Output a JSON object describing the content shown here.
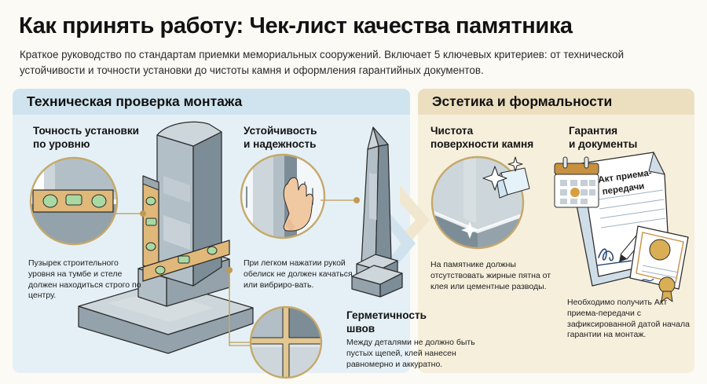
{
  "page": {
    "title": "Как принять работу: Чек-лист качества памятника",
    "subtitle": "Краткое руководство по стандартам приемки мемориальных сооружений. Включает 5 ключевых критериев: от технической устойчивости и точности установки до чистоты камня и оформления гарантийных документов.",
    "background_color": "#fbfaf5"
  },
  "panels": {
    "left": {
      "header": "Техническая проверка монтажа",
      "header_color": "#cfe4ef",
      "body_color": "#e5f0f6",
      "items": [
        {
          "heading": "Точность установки\nпо уровню",
          "heading_line1": "Точность установки",
          "heading_line2": "по уровню",
          "caption": "Пузырек строительного уровня на тумбе и стеле должен находиться строго по центру.",
          "icon": "spirit-level-magnifier"
        },
        {
          "heading_line1": "Устойчивость",
          "heading_line2": "и надежность",
          "caption": "При легком нажатии рукой обелиск не должен качаться или вибриро-вать.",
          "icon": "hand-push-magnifier"
        },
        {
          "heading_line1": "Герметичность",
          "heading_line2": "швов",
          "caption": "Между деталями не должно быть пустых щепей, клей нанесен равномерно и аккуратно.",
          "icon": "joint-seam-magnifier"
        }
      ]
    },
    "right": {
      "header": "Эстетика и формальности",
      "header_color": "#ecdfc0",
      "body_color": "#f6efdc",
      "items": [
        {
          "heading_line1": "Чистота",
          "heading_line2": "поверхности камня",
          "caption": "На памятнике должны отсутствовать жирные пятна от клея или цементные разводы.",
          "icon": "polish-cloth-magnifier"
        },
        {
          "heading_line1": "Гарантия",
          "heading_line2": "и документы",
          "caption": "Необходимо получить Акт приема-передачи с зафиксированной датой начала гарантии на монтаж.",
          "icon": "documents-illustration"
        }
      ]
    }
  },
  "illustrations": {
    "document_title_line1": "Акт приема-",
    "document_title_line2": "передачи",
    "monument": "granite-stele-with-levels",
    "obelisk": "granite-obelisk",
    "accent_gold": "#c5a96b",
    "stone_color": "#b3bfc6"
  }
}
